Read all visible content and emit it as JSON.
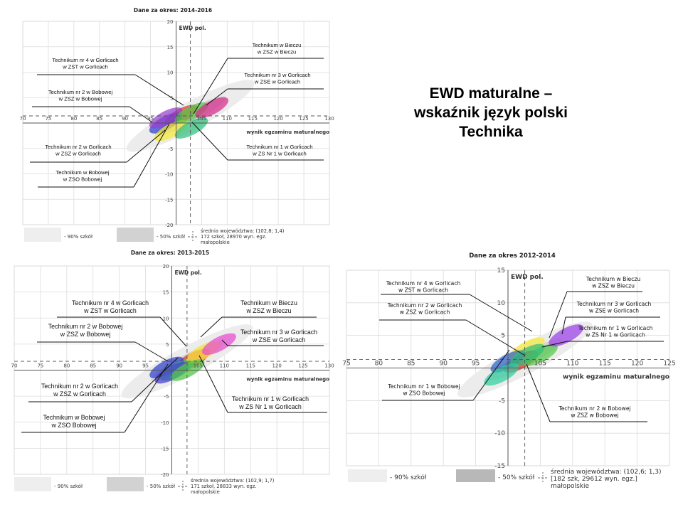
{
  "headline": {
    "lines": [
      "EWD maturalne –",
      "wskaźnik język polski",
      "Technika"
    ]
  },
  "chart_data": [
    {
      "type": "scatter",
      "title": "Dane za okres: 2014-2016",
      "xlabel": "wynik egzaminu maturalnego",
      "ylabel": "EWD pol.",
      "xlim": [
        70,
        130
      ],
      "ylim": [
        -20,
        20
      ],
      "xticks": [
        70,
        75,
        80,
        85,
        90,
        95,
        100,
        105,
        110,
        115,
        120,
        125,
        130
      ],
      "yticks": [
        -20,
        -15,
        -10,
        -5,
        0,
        5,
        10,
        15,
        20
      ],
      "mean": {
        "x": 102.8,
        "y": 1.4
      },
      "grid": true,
      "legend": {
        "band90": "- 90% szkół",
        "band50": "- 50% szkół",
        "mean_lines": [
          "średnia województwa: (102,8; 1,4)",
          "172 szkoł, 28970 wyn. egz.",
          "małopolskie"
        ]
      },
      "schools": [
        {
          "label": [
            "Technikum nr 4 w Gorlicach",
            "w ZST w Gorlicach"
          ],
          "x": 101,
          "y": 1.5,
          "color": "#e8352a"
        },
        {
          "label": [
            "Technikum nr 2 w Bobowej",
            "w ZSZ w Bobowej"
          ],
          "x": 98,
          "y": 0,
          "color": "#2c3fc9"
        },
        {
          "label": [
            "Technikum nr 2 w Gorlicach",
            "w ZSZ w Gorlicach"
          ],
          "x": 99,
          "y": -1.5,
          "color": "#f5e93a"
        },
        {
          "label": [
            "Technikum  w Bobowej",
            "w ZSO Bobowej"
          ],
          "x": 98,
          "y": 1,
          "color": "#9a3fd0"
        },
        {
          "label": [
            "Technikum w Bieczu",
            "w ZSZ w Bieczu"
          ],
          "x": 103,
          "y": 2,
          "color": "#54c94a"
        },
        {
          "label": [
            "Technikum nr 3 w Gorlicach",
            "w ZSE w Gorlicach"
          ],
          "x": 107,
          "y": 3,
          "color": "#d62a8a"
        },
        {
          "label": [
            "Technikum nr 1 w Gorlicach",
            "w ZS Nr 1 w Gorlicach"
          ],
          "x": 103,
          "y": -1,
          "color": "#2fbf7a"
        }
      ]
    },
    {
      "type": "scatter",
      "title": "Dane za okres: 2013-2015",
      "xlabel": "wynik egzaminu maturalnego",
      "ylabel": "EWD pol.",
      "xlim": [
        70,
        130
      ],
      "ylim": [
        -20,
        20
      ],
      "xticks": [
        70,
        75,
        80,
        85,
        90,
        95,
        100,
        105,
        110,
        115,
        120,
        125,
        130
      ],
      "yticks": [
        -20,
        -15,
        -10,
        -5,
        0,
        5,
        10,
        15,
        20
      ],
      "mean": {
        "x": 102.9,
        "y": 1.7
      },
      "grid": true,
      "legend": {
        "band90": "- 90% szkół",
        "band50": "- 50% szkół",
        "mean_lines": [
          "średnia województwa: (102,9; 1,7)",
          "171 szkoł, 28833 wyn. egz.",
          "małopolskie"
        ]
      },
      "schools": [
        {
          "label": [
            "Technikum nr 4 w Gorlicach",
            "w ZST w Gorlicach"
          ],
          "x": 104,
          "y": 2,
          "color": "#e8352a"
        },
        {
          "label": [
            "Technikum nr 2 w Bobowej",
            "w ZSZ w Bobowej"
          ],
          "x": 99,
          "y": 0.5,
          "color": "#2c3fc9"
        },
        {
          "label": [
            "Technikum nr 2 w Gorlicach",
            "w ZSZ w Gorlicach"
          ],
          "x": 101,
          "y": 0,
          "color": "#2fbf7a"
        },
        {
          "label": [
            "Technikum  w Bobowej",
            "w ZSO Bobowej"
          ],
          "x": 100,
          "y": -0.5,
          "color": "#4a3fd0"
        },
        {
          "label": [
            "Technikum w Bieczu",
            "w ZSZ w Bieczu"
          ],
          "x": 106,
          "y": 3.5,
          "color": "#f5e93a"
        },
        {
          "label": [
            "Technikum nr 3 w Gorlicach",
            "w ZSE w Gorlicach"
          ],
          "x": 109,
          "y": 5,
          "color": "#e84ad0"
        },
        {
          "label": [
            "Technikum nr 1 w Gorlicach",
            "w ZS Nr 1 w Gorlicach"
          ],
          "x": 103,
          "y": 0,
          "color": "#54c94a"
        }
      ]
    },
    {
      "type": "scatter",
      "title": "Dane za okres 2012-2014",
      "xlabel": "wynik egzaminu maturalnego",
      "ylabel": "EWD pol.",
      "xlim": [
        75,
        125
      ],
      "ylim": [
        -15,
        15
      ],
      "xticks": [
        75,
        80,
        85,
        90,
        95,
        100,
        105,
        110,
        115,
        120,
        125
      ],
      "yticks": [
        -15,
        -10,
        -5,
        0,
        5,
        10,
        15
      ],
      "mean": {
        "x": 102.6,
        "y": 1.3
      },
      "grid": true,
      "legend": {
        "band90": "- 90% szkół",
        "band50": "- 50% szkół",
        "mean_lines": [
          "średnia województwa: (102,6; 1,3)",
          "[182 szk, 29612 wyn. egz.]",
          "małopolskie"
        ]
      },
      "schools": [
        {
          "label": [
            "Technikum nr 4 w Gorlicach",
            "w ZST w Gorlicach"
          ],
          "x": 103,
          "y": 3,
          "color": "#f5e93a"
        },
        {
          "label": [
            "Technikum nr 2 w Gorlicach",
            "w ZSZ w Gorlicach"
          ],
          "x": 102,
          "y": 1,
          "color": "#e8352a"
        },
        {
          "label": [
            "Technikum nr 1 w Bobowej",
            "w ZSO Bobowej"
          ],
          "x": 100,
          "y": 1,
          "color": "#2c5fc9"
        },
        {
          "label": [
            "Technikum w Bieczu",
            "w ZSZ w Bieczu"
          ],
          "x": 105,
          "y": 2,
          "color": "#54c94a"
        },
        {
          "label": [
            "Technikum nr 3 w Gorlicach",
            "w ZSE w Gorlicach"
          ],
          "x": 109,
          "y": 5,
          "color": "#9a3fe8"
        },
        {
          "label": [
            "Technikum nr 1 w Gorlicach",
            "w ZS Nr 1 w Gorlicach"
          ],
          "x": 103,
          "y": 2,
          "color": "#2fbf7a"
        },
        {
          "label": [
            "Technikum nr 2 w Bobowej",
            "w ZSZ w Bobowej"
          ],
          "x": 99,
          "y": -1,
          "color": "#2fd0a0"
        }
      ]
    }
  ]
}
